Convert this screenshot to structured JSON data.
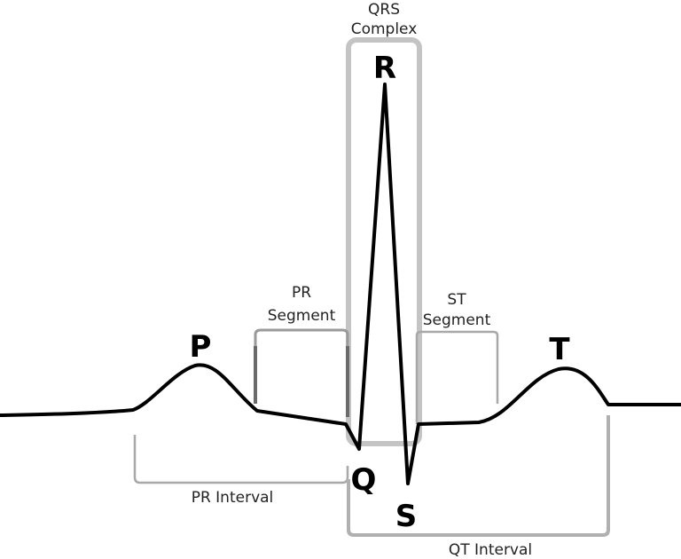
{
  "waves": {
    "p": "P",
    "q": "Q",
    "r": "R",
    "s": "S",
    "t": "T"
  },
  "qrs_complex": {
    "line1": "QRS",
    "line2": "Complex"
  },
  "pr_segment": {
    "line1": "PR",
    "line2": "Segment"
  },
  "st_segment": {
    "line1": "ST",
    "line2": "Segment"
  },
  "pr_interval": "PR Interval",
  "qt_interval": "QT Interval",
  "colors": {
    "trace": "#000000",
    "bracket": "#a8a8a8",
    "qrs_box": "#c4c4c4",
    "text": "#222222"
  }
}
